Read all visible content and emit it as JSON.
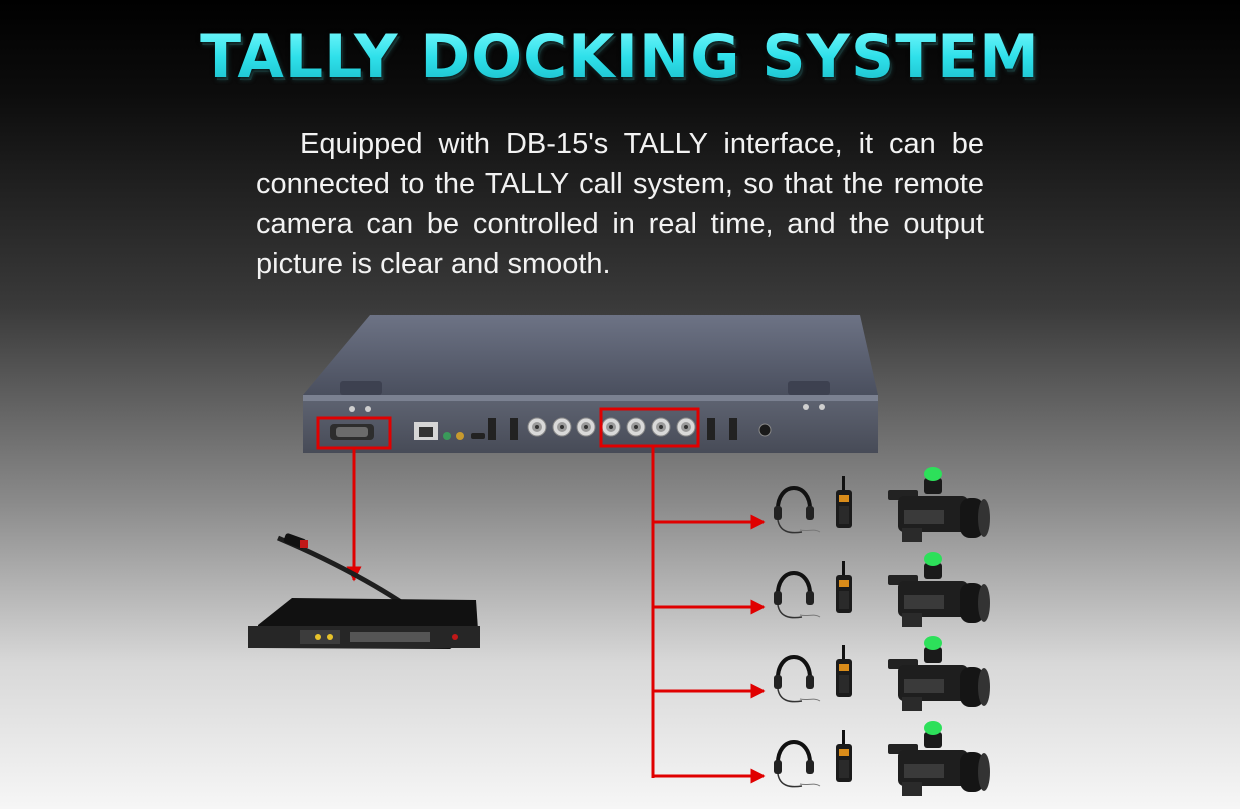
{
  "title": "TALLY DOCKING SYSTEM",
  "description": "Equipped with DB-15's TALLY interface, it can be connected to the TALLY call system, so that the remote camera can be controlled in real time, and the output picture is clear and smooth.",
  "colors": {
    "title": "#48f2ef",
    "text": "#f2f2f2",
    "connector_line": "#e00000",
    "tally_light": "#2de05a",
    "device_body": "#555a66"
  },
  "components": {
    "main_device": "rackmount monitor rear panel",
    "db15_port": "DB-15 TALLY port (highlighted)",
    "bnc_group": "BNC connectors (highlighted)",
    "tally_base_station": "TALLY intercom base station with gooseneck microphone",
    "endpoints": [
      {
        "headset": "headset-icon",
        "radio": "walkie-talkie-icon",
        "camera": "video-camera-icon"
      },
      {
        "headset": "headset-icon",
        "radio": "walkie-talkie-icon",
        "camera": "video-camera-icon"
      },
      {
        "headset": "headset-icon",
        "radio": "walkie-talkie-icon",
        "camera": "video-camera-icon"
      },
      {
        "headset": "headset-icon",
        "radio": "walkie-talkie-icon",
        "camera": "video-camera-icon"
      }
    ]
  }
}
